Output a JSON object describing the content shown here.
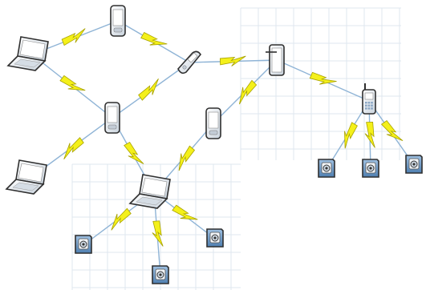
{
  "diagram": {
    "nodes": [
      {
        "id": "laptop-top-left",
        "kind": "laptop"
      },
      {
        "id": "pda-top",
        "kind": "pda"
      },
      {
        "id": "cellphone-center",
        "kind": "cellphone"
      },
      {
        "id": "tablet-top-right",
        "kind": "tablet"
      },
      {
        "id": "smartphone-right",
        "kind": "smartphone"
      },
      {
        "id": "pda-left",
        "kind": "pda"
      },
      {
        "id": "pda-center",
        "kind": "pda"
      },
      {
        "id": "laptop-bottom-left",
        "kind": "laptop"
      },
      {
        "id": "laptop-hub",
        "kind": "laptop"
      },
      {
        "id": "camera-right-1",
        "kind": "camera"
      },
      {
        "id": "camera-right-2",
        "kind": "camera"
      },
      {
        "id": "camera-right-3",
        "kind": "camera"
      },
      {
        "id": "camera-hub-1",
        "kind": "camera"
      },
      {
        "id": "camera-hub-2",
        "kind": "camera"
      },
      {
        "id": "camera-hub-3",
        "kind": "camera"
      }
    ],
    "links": [
      {
        "from": "laptop-top-left",
        "to": "pda-top"
      },
      {
        "from": "pda-top",
        "to": "cellphone-center"
      },
      {
        "from": "cellphone-center",
        "to": "tablet-top-right"
      },
      {
        "from": "tablet-top-right",
        "to": "smartphone-right"
      },
      {
        "from": "laptop-top-left",
        "to": "pda-left"
      },
      {
        "from": "pda-left",
        "to": "cellphone-center"
      },
      {
        "from": "tablet-top-right",
        "to": "pda-center"
      },
      {
        "from": "pda-left",
        "to": "laptop-bottom-left"
      },
      {
        "from": "pda-left",
        "to": "laptop-hub"
      },
      {
        "from": "pda-center",
        "to": "laptop-hub"
      },
      {
        "from": "smartphone-right",
        "to": "camera-right-1"
      },
      {
        "from": "smartphone-right",
        "to": "camera-right-2"
      },
      {
        "from": "smartphone-right",
        "to": "camera-right-3"
      },
      {
        "from": "laptop-hub",
        "to": "camera-hub-1"
      },
      {
        "from": "laptop-hub",
        "to": "camera-hub-2"
      },
      {
        "from": "laptop-hub",
        "to": "camera-hub-3"
      }
    ],
    "colors": {
      "link_line": "#8fb4d6",
      "bolt_fill": "#f4f01a",
      "bolt_stroke": "#a8a200",
      "device_body": "#e9eef3",
      "device_outline": "#2f2f2f",
      "screen": "#ffffff",
      "camera_body": "#6f9bc9",
      "grid": "#dfe7ef"
    }
  }
}
